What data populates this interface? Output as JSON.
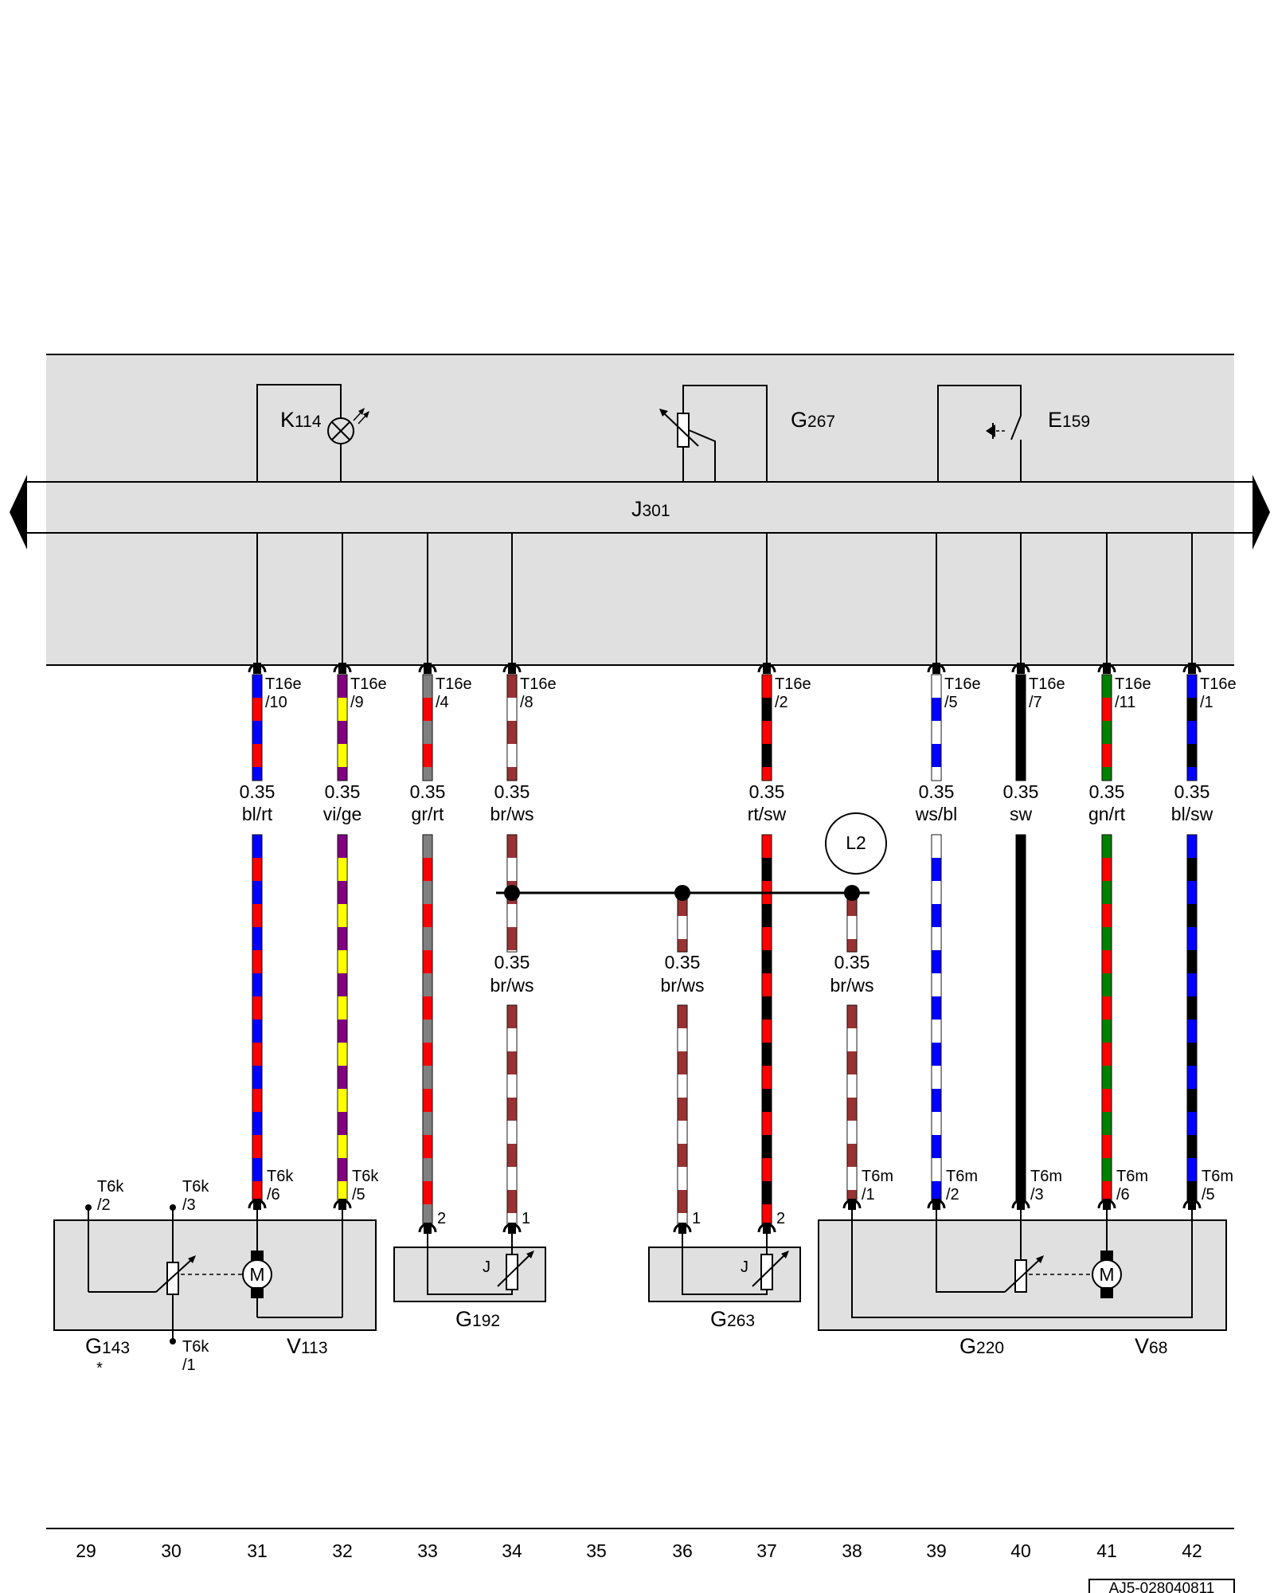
{
  "components": {
    "J301": {
      "letter": "J",
      "num": "301"
    },
    "K114": {
      "letter": "K",
      "num": "114"
    },
    "G267": {
      "letter": "G",
      "num": "267"
    },
    "E159": {
      "letter": "E",
      "num": "159"
    },
    "G143": {
      "letter": "G",
      "num": "143",
      "note": "*"
    },
    "V113": {
      "letter": "V",
      "num": "113"
    },
    "G192": {
      "letter": "G",
      "num": "192"
    },
    "G263": {
      "letter": "G",
      "num": "263"
    },
    "G220": {
      "letter": "G",
      "num": "220"
    },
    "V68": {
      "letter": "V",
      "num": "68"
    },
    "L2": "L2",
    "motor": "M",
    "sensor": "J"
  },
  "wires": [
    {
      "col": 31,
      "top_pin": [
        "T16e",
        "/10"
      ],
      "size": "0.35",
      "color": "bl/rt",
      "c1": "#0000ff",
      "c2": "#ff0000",
      "bottom_pin": [
        "T6k",
        "/6"
      ]
    },
    {
      "col": 32,
      "top_pin": [
        "T16e",
        "/9"
      ],
      "size": "0.35",
      "color": "vi/ge",
      "c1": "#800080",
      "c2": "#ffff00",
      "bottom_pin": [
        "T6k",
        "/5"
      ]
    },
    {
      "col": 33,
      "top_pin": [
        "T16e",
        "/4"
      ],
      "size": "0.35",
      "color": "gr/rt",
      "c1": "#808080",
      "c2": "#ff0000",
      "bottom_pin": [
        "",
        "2"
      ]
    },
    {
      "col": 34,
      "top_pin": [
        "T16e",
        "/8"
      ],
      "size": "0.35",
      "color": "br/ws",
      "c1": "#993333",
      "c2": "#ffffff",
      "lower_size": "0.35",
      "lower_color": "br/ws",
      "bottom_pin": [
        "",
        "1"
      ]
    },
    {
      "col": 36,
      "size": "0.35",
      "color": "br/ws",
      "c1": "#993333",
      "c2": "#ffffff",
      "bottom_pin": [
        "",
        "1"
      ]
    },
    {
      "col": 37,
      "top_pin": [
        "T16e",
        "/2"
      ],
      "size": "0.35",
      "color": "rt/sw",
      "c1": "#ff0000",
      "c2": "#000000",
      "bottom_pin": [
        "",
        "2"
      ]
    },
    {
      "col": 38,
      "size": "0.35",
      "color": "br/ws",
      "c1": "#993333",
      "c2": "#ffffff",
      "bottom_pin": [
        "T6m",
        "/1"
      ]
    },
    {
      "col": 39,
      "top_pin": [
        "T16e",
        "/5"
      ],
      "size": "0.35",
      "color": "ws/bl",
      "c1": "#ffffff",
      "c2": "#0000ff",
      "bottom_pin": [
        "T6m",
        "/2"
      ]
    },
    {
      "col": 40,
      "top_pin": [
        "T16e",
        "/7"
      ],
      "size": "0.35",
      "color": "sw",
      "c1": "#000000",
      "c2": "#000000",
      "bottom_pin": [
        "T6m",
        "/3"
      ]
    },
    {
      "col": 41,
      "top_pin": [
        "T16e",
        "/11"
      ],
      "size": "0.35",
      "color": "gn/rt",
      "c1": "#008000",
      "c2": "#ff0000",
      "bottom_pin": [
        "T6m",
        "/6"
      ]
    },
    {
      "col": 42,
      "top_pin": [
        "T16e",
        "/1"
      ],
      "size": "0.35",
      "color": "bl/sw",
      "c1": "#0000ff",
      "c2": "#000000",
      "bottom_pin": [
        "T6m",
        "/5"
      ]
    }
  ],
  "extra_pins": {
    "g143_pin2": [
      "T6k",
      "/2"
    ],
    "g143_pin3": [
      "T6k",
      "/3"
    ],
    "g143_pin1": [
      "T6k",
      "/1"
    ]
  },
  "column_numbers": [
    "29",
    "30",
    "31",
    "32",
    "33",
    "34",
    "35",
    "36",
    "37",
    "38",
    "39",
    "40",
    "41",
    "42"
  ],
  "reference_code": "AJ5-028040811",
  "colors": {
    "panel": "#e0e0e0",
    "line": "#000000"
  }
}
